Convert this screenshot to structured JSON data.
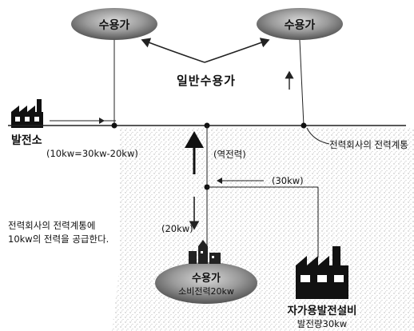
{
  "consumer_top_left": "수용가",
  "consumer_top_right": "수용가",
  "general_consumers_label": "일반수용가",
  "power_plant_label": "발전소",
  "power_formula": "(10kw=30kw-20kw)",
  "grid_label": "전력회사의 전력계통",
  "reverse_power_label": "(역전력)",
  "selfgen_supply_label": "(30kw)",
  "consumer_draw_label": "(20kw)",
  "note_text": [
    "전력회사의 전력계통에",
    "10kw의 전력을 공급한다."
  ],
  "consumer_bottom": {
    "name": "수용가",
    "consumption": "소비전력20kw"
  },
  "self_gen": {
    "name": "자가용발전설비",
    "output": "발전량30kw"
  },
  "colors": {
    "ellipse_dark": "#6e6e6e",
    "ellipse_light": "#c4c4c4",
    "line": "#222222",
    "stipple_bg": "#e2e2e2"
  },
  "icons": [
    "factory-icon",
    "house-icon"
  ]
}
